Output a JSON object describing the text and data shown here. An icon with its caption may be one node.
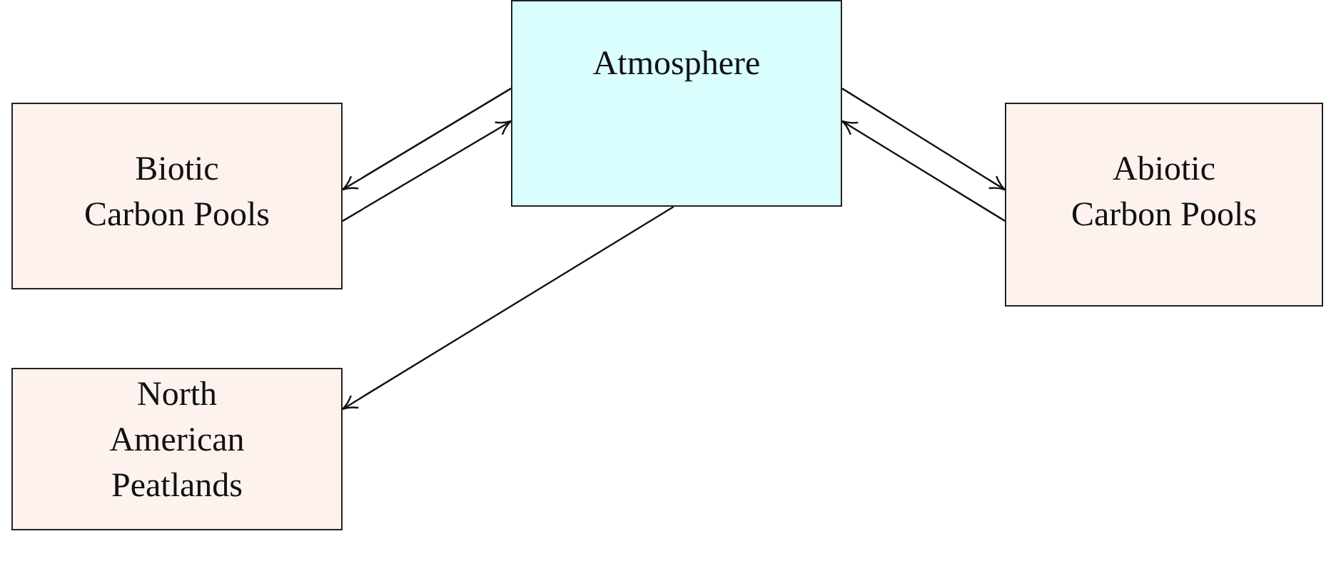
{
  "diagram": {
    "nodes": [
      {
        "text": [
          "Atmosphere"
        ]
      },
      {
        "text": [
          "Biotic Carbon Pools"
        ]
      },
      {
        "text": [
          "Abiotic Carbon Pools"
        ]
      },
      {
        "text": [
          "North American Peatlands"
        ]
      }
    ],
    "edges": [
      {
        "from": 0,
        "to": 1,
        "arrow": "to"
      },
      {
        "from": 1,
        "to": 0,
        "arrow": "to"
      },
      {
        "from": 0,
        "to": 2,
        "arrow": "to"
      },
      {
        "from": 2,
        "to": 0,
        "arrow": "to"
      },
      {
        "from": 0,
        "to": 3,
        "arrow": "to"
      }
    ]
  }
}
